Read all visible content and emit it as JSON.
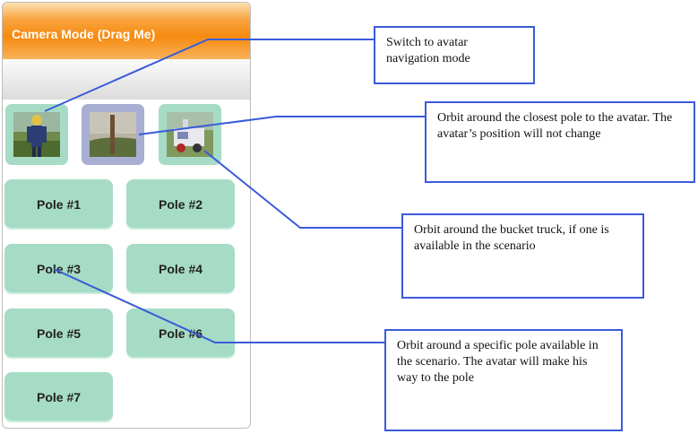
{
  "panel": {
    "title": "Camera Mode (Drag Me)",
    "mode_buttons": [
      {
        "name": "avatar",
        "icon": "avatar-icon"
      },
      {
        "name": "closest-pole",
        "icon": "pole-icon"
      },
      {
        "name": "bucket-truck",
        "icon": "bucket-truck-icon"
      }
    ],
    "poles": [
      "Pole #1",
      "Pole #2",
      "Pole #3",
      "Pole #4",
      "Pole #5",
      "Pole #6",
      "Pole #7"
    ]
  },
  "callouts": {
    "avatar": "Switch to avatar navigation mode",
    "closest_pole": "Orbit around the closest pole to the avatar.  The avatar’s position will not change",
    "bucket_truck": "Orbit around the bucket truck, if one is available in the scenario",
    "specific_pole": "Orbit around a specific pole available in the scenario. The avatar will make his way to the pole"
  },
  "colors": {
    "titlebar": "#f68a0f",
    "pole_button": "#a6dcc5",
    "selected_mode": "#a9aed3",
    "callout_border": "#3a5bd9"
  }
}
